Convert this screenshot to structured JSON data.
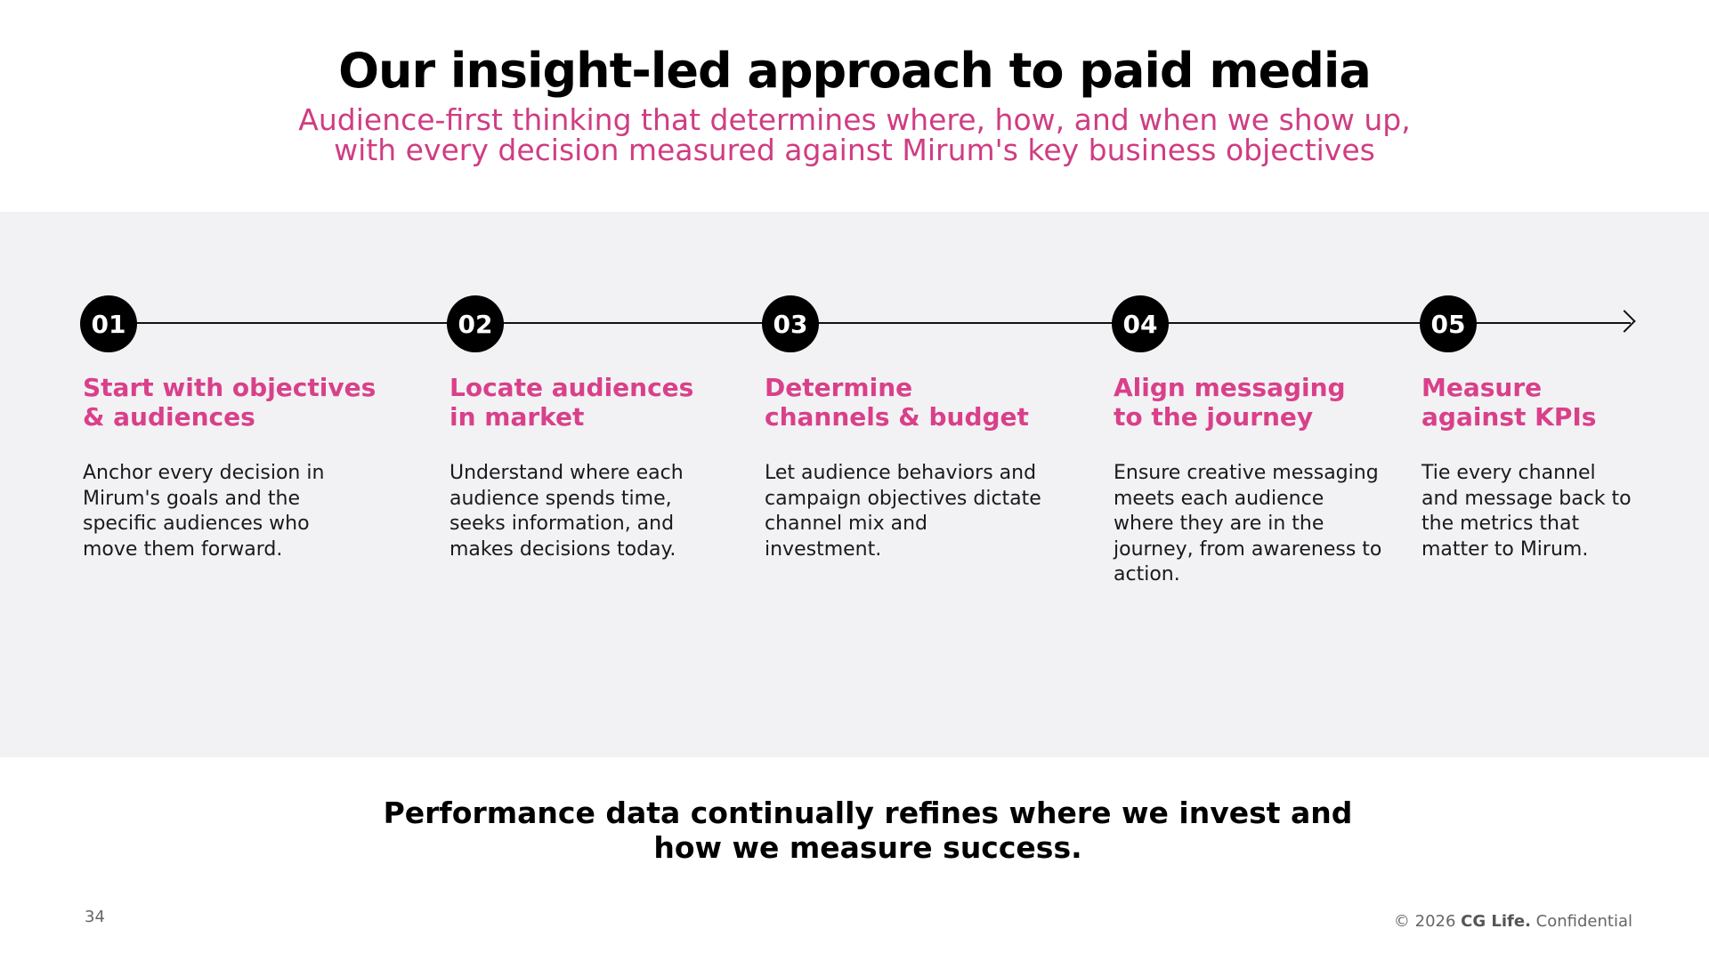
{
  "slide": {
    "title": "Our insight-led approach to paid media",
    "subtitle": "Audience-first thinking that determines where, how, and when we show up, with every decision measured against Mirum's key business objectives",
    "steps": [
      {
        "number": "01",
        "title": "Start with objectives\n& audiences",
        "description": "Anchor every decision in Mirum's goals and the specific audiences who move them forward."
      },
      {
        "number": "02",
        "title": "Locate audiences\nin market",
        "description": "Understand where each audience spends time, seeks information, and makes decisions today."
      },
      {
        "number": "03",
        "title": "Determine\nchannels & budget",
        "description": "Let audience behaviors and campaign objectives dictate channel mix and investment."
      },
      {
        "number": "04",
        "title": "Align messaging\nto the journey",
        "description": "Ensure creative messaging meets each audience where they are in the journey, from awareness to action."
      },
      {
        "number": "05",
        "title": "Measure\nagainst KPIs",
        "description": "Tie every channel and message back to the metrics that matter to Mirum."
      }
    ],
    "footer_statement": "Performance data continually refines where we invest and how we measure success.",
    "page_number": "34",
    "copyright": {
      "prefix": "© 2026",
      "brand": "CG Life.",
      "suffix": "Confidential"
    }
  },
  "colors": {
    "accent_pink": "#d9408a",
    "subtitle_pink": "#cf3d82",
    "band_background": "#f2f2f4",
    "badge": "#000000"
  }
}
